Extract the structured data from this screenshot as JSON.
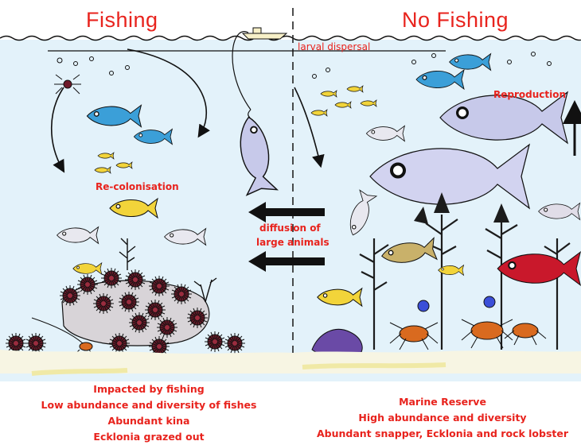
{
  "titles": {
    "left": "Fishing",
    "right": "No Fishing"
  },
  "labels": {
    "larval_dispersal": "larval dispersal",
    "reproduction": "Reproduction",
    "recolonisation": "Re-colonisation",
    "diffusion_line1": "diffusion of",
    "diffusion_line2": "large animals"
  },
  "captions": {
    "left": [
      "Impacted by fishing",
      "Low abundance and diversity of fishes",
      "Abundant kina",
      "Ecklonia grazed out"
    ],
    "right": [
      "Marine Reserve",
      "High abundance and diversity",
      "Abundant snapper, Ecklonia and rock lobster"
    ]
  },
  "colors": {
    "label_red": "#e8231d",
    "water": "#e3f2fa",
    "fish_blue": "#3b9fd8",
    "fish_yellow": "#f2d43a",
    "urchin": "#6e1a2a",
    "kelp": "#1c1c1c",
    "snapper": "#c7c9ea",
    "red_fish": "#c9182b",
    "seafloor": "#f0e9a6"
  },
  "icons": [
    "boat-icon",
    "fishing-hook-icon",
    "fish-icon",
    "sea-urchin-icon",
    "kelp-icon",
    "rock-lobster-icon",
    "crab-icon",
    "snapper-icon",
    "arrow-icon"
  ]
}
